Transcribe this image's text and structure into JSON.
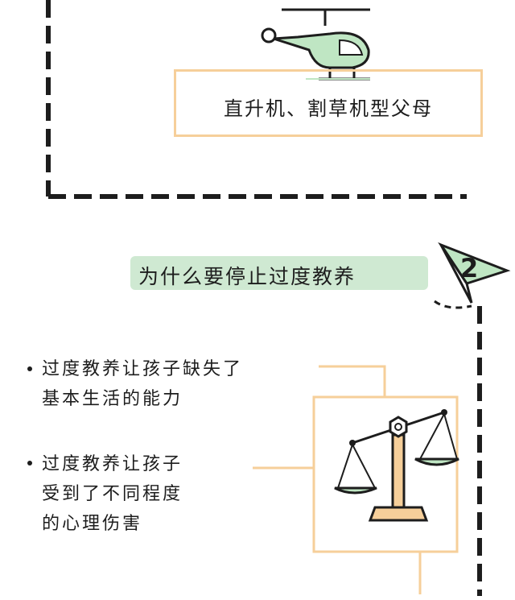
{
  "title_box": {
    "text": "直升机、割草机型父母"
  },
  "section": {
    "number": "2",
    "title": "为什么要停止过度教养"
  },
  "bullets": [
    {
      "lines": [
        "过度教养让孩子缺失了",
        "基本生活的能力"
      ]
    },
    {
      "lines": [
        "过度教养让孩子",
        "受到了不同程度",
        "的心理伤害"
      ]
    }
  ],
  "colors": {
    "accent_orange": "#f6cf9a",
    "accent_green": "#cfe9d2",
    "ink": "#1d1d1d"
  },
  "icons": [
    "helicopter-icon",
    "paper-plane-icon",
    "balance-scale-icon"
  ]
}
